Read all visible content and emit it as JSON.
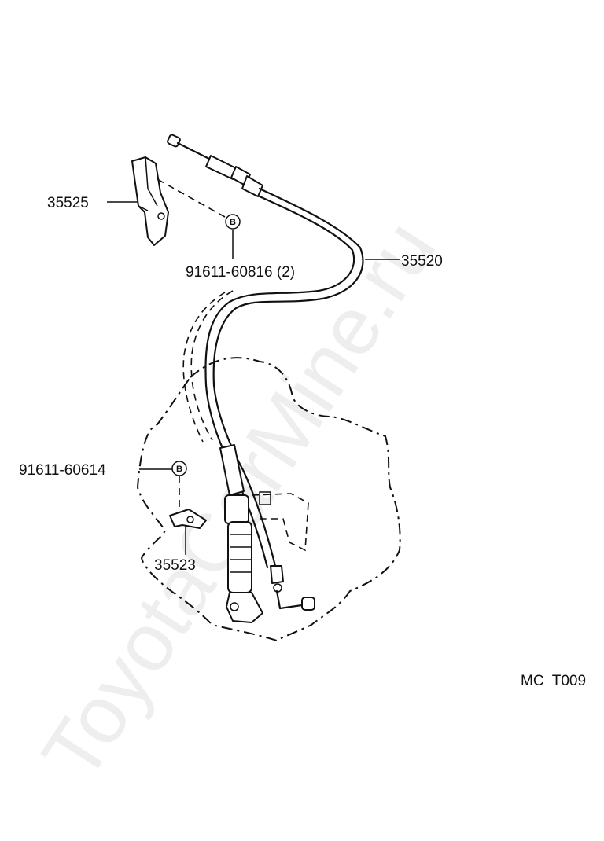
{
  "watermark": "ToyotaCarMine.ru",
  "callouts": {
    "bracket_upper": "35525",
    "bolt_upper": "91611-60816 (2)",
    "cable": "35520",
    "bolt_lower": "91611-60614",
    "bracket_lower": "35523"
  },
  "bolt_mark": "B",
  "figure_code": "MC  T009",
  "colors": {
    "line": "#111111",
    "watermark": "#eeeeee",
    "background": "#ffffff"
  }
}
